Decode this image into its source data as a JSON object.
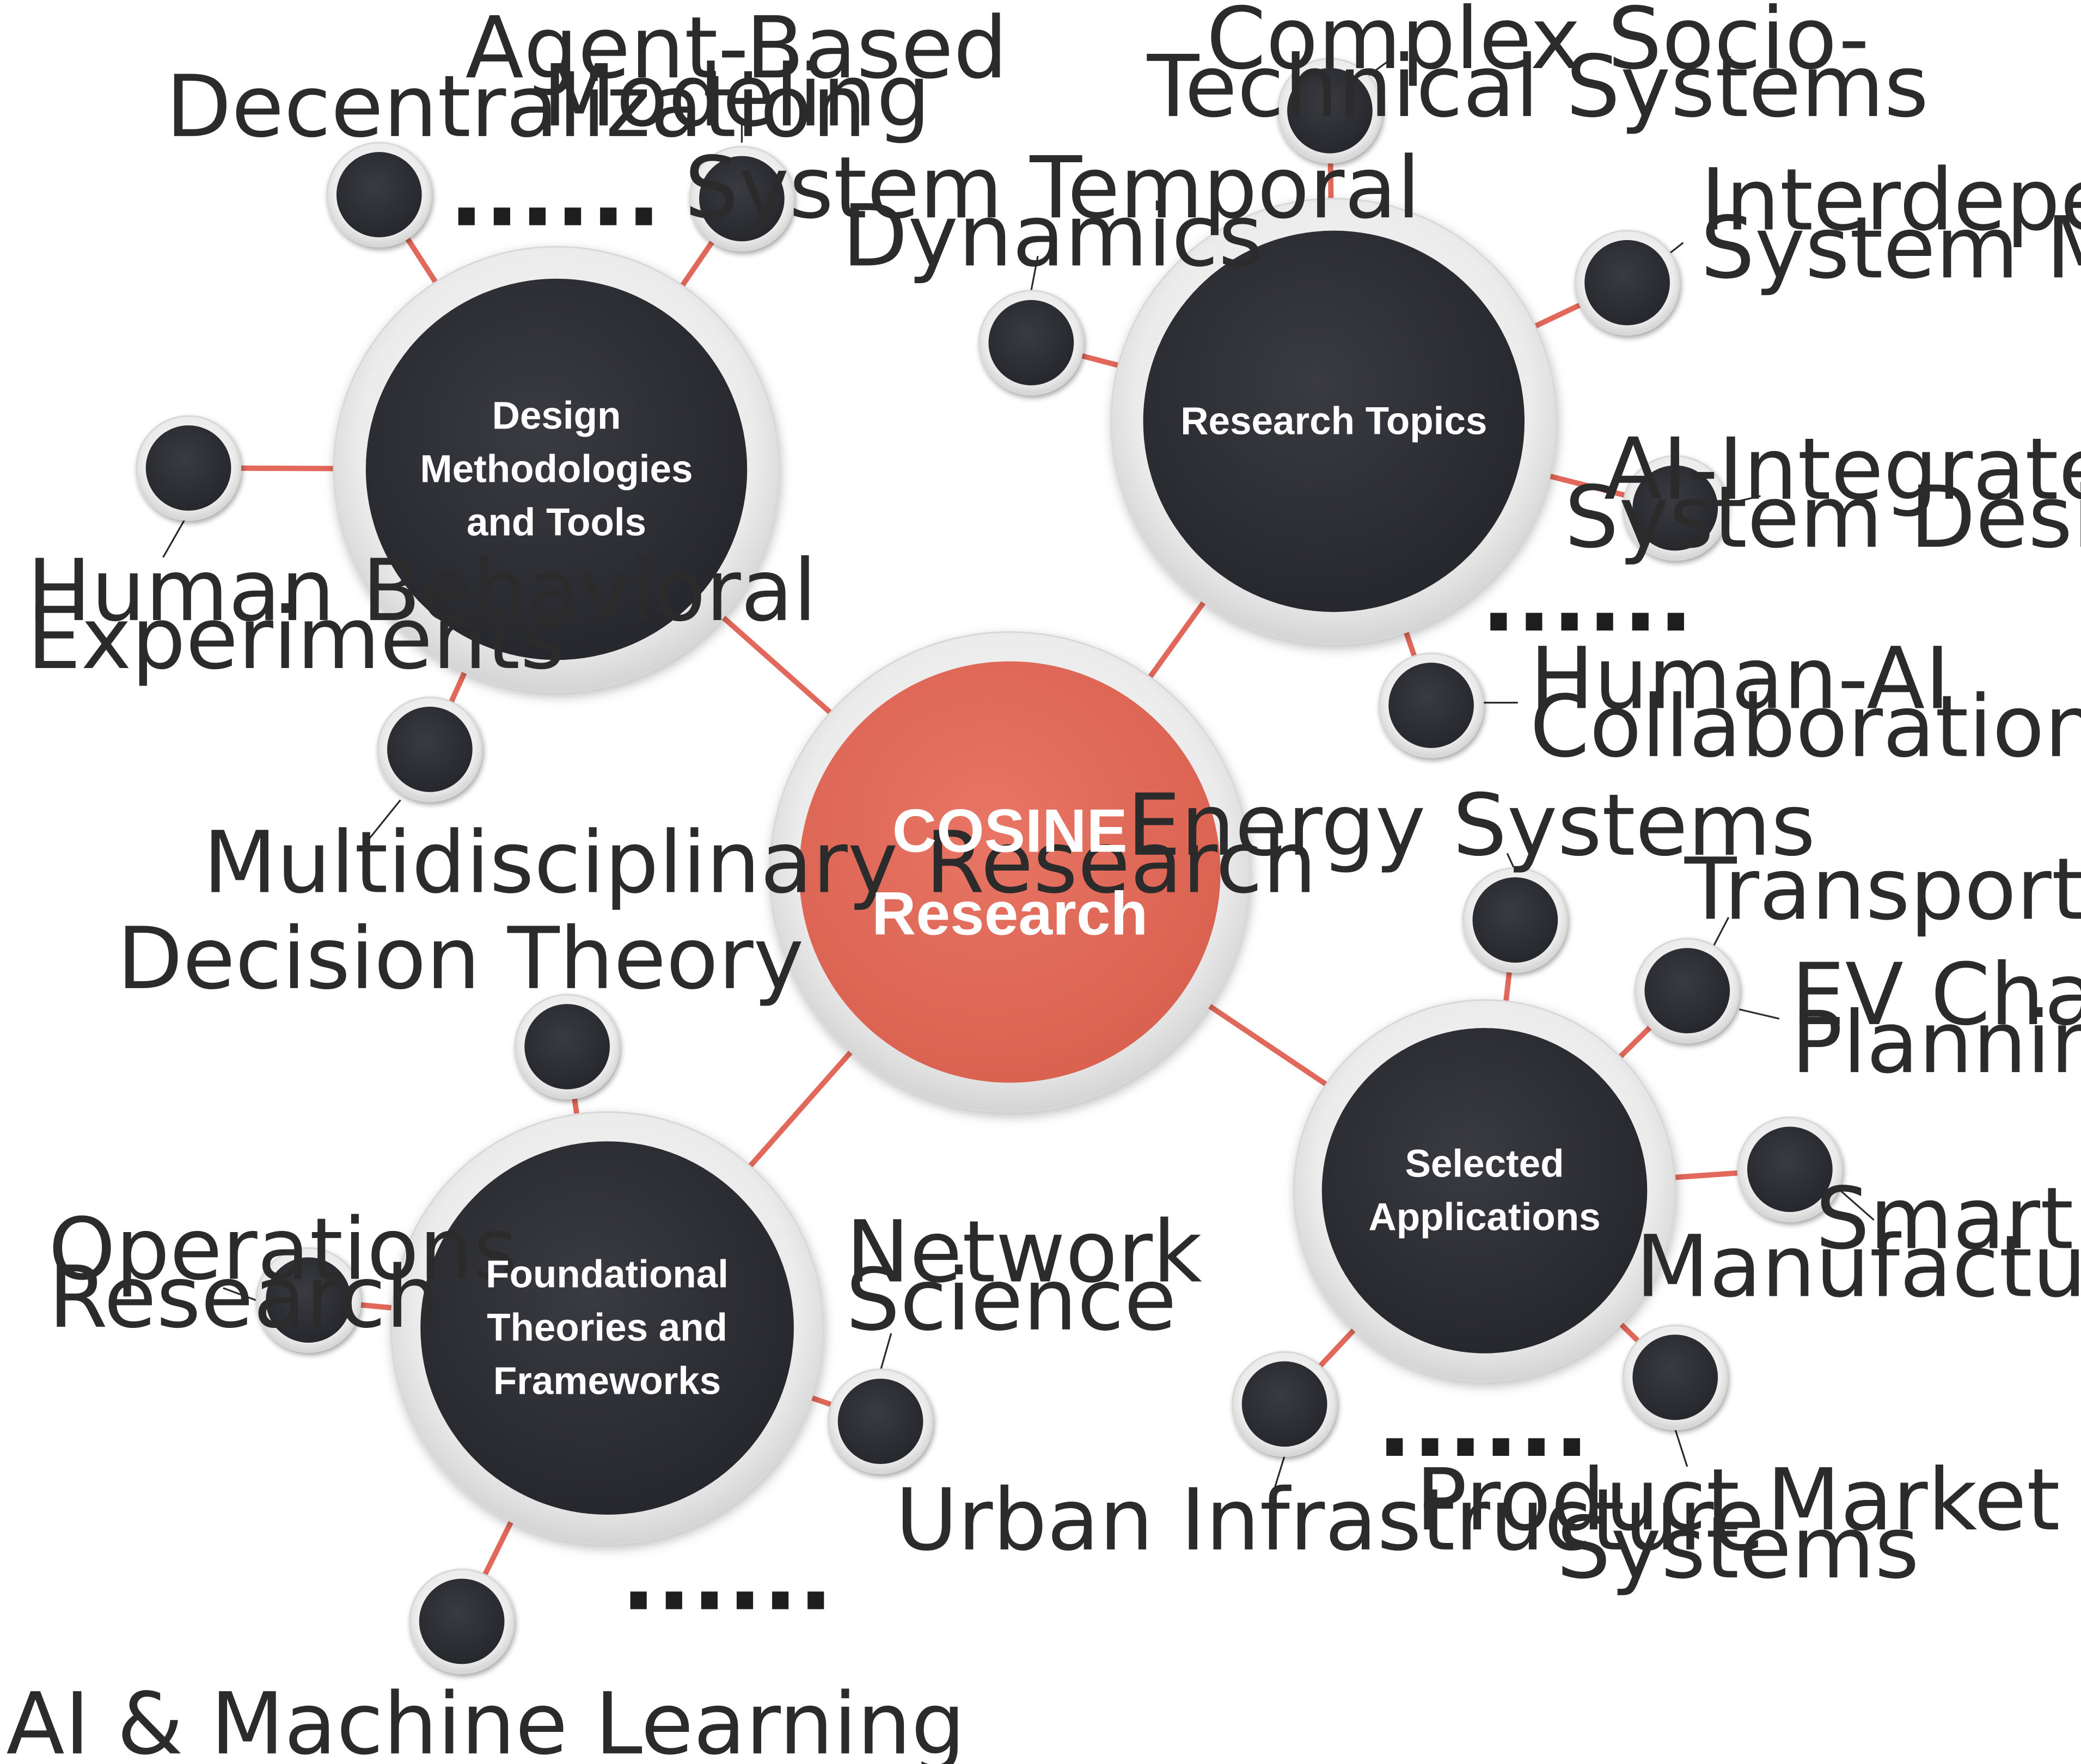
{
  "colors": {
    "accent": "#e1685a",
    "node_dark": "#2d2e33",
    "ring": "#e9e9e9",
    "connector": "#e1685a",
    "text": "#2b2b2b"
  },
  "center": {
    "lines": [
      "COSINE",
      "Research"
    ]
  },
  "hubs": [
    {
      "id": "design",
      "lines": [
        "Design",
        "Methodologies",
        "and Tools"
      ],
      "leaves": [
        {
          "id": "decentralization",
          "lines": [
            "Decentralization"
          ]
        },
        {
          "id": "agent-based-modeling",
          "lines": [
            "Agent-Based",
            "Modeling"
          ]
        },
        {
          "id": "human-behavioral-experiments",
          "lines": [
            "Human Behavioral",
            "Experiments"
          ]
        },
        {
          "id": "multidisciplinary-research",
          "lines": [
            "Multidisciplinary Research"
          ]
        }
      ],
      "more": "......"
    },
    {
      "id": "research-topics",
      "lines": [
        "Research Topics"
      ],
      "leaves": [
        {
          "id": "complex-socio-technical",
          "lines": [
            "Complex Socio-",
            "Technical Systems"
          ]
        },
        {
          "id": "system-temporal-dynamics",
          "lines": [
            "System Temporal",
            "Dynamics"
          ]
        },
        {
          "id": "interdependent-system-modeling",
          "lines": [
            "Interdependent",
            "System Modeling"
          ]
        },
        {
          "id": "ai-integrated-system-design",
          "lines": [
            "AI-Integrated",
            "System Design"
          ]
        },
        {
          "id": "human-ai-collaboration",
          "lines": [
            "Human-AI",
            "Collaboration"
          ]
        }
      ],
      "more": "......"
    },
    {
      "id": "foundational",
      "lines": [
        "Foundational",
        "Theories and",
        "Frameworks"
      ],
      "leaves": [
        {
          "id": "decision-theory",
          "lines": [
            "Decision Theory"
          ]
        },
        {
          "id": "operations-research",
          "lines": [
            "Operations",
            "Research"
          ]
        },
        {
          "id": "network-science",
          "lines": [
            "Network",
            "Science"
          ]
        },
        {
          "id": "ai-machine-learning",
          "lines": [
            "AI & Machine Learning"
          ]
        }
      ],
      "more": "......"
    },
    {
      "id": "applications",
      "lines": [
        "Selected",
        "Applications"
      ],
      "leaves": [
        {
          "id": "energy-systems",
          "lines": [
            "Energy Systems"
          ]
        },
        {
          "id": "transportation-ev",
          "lines": [
            "Transportation System"
          ],
          "extra_lines": [
            "EV Charging",
            "Planning"
          ]
        },
        {
          "id": "smart-manufacturing",
          "lines": [
            "Smart",
            "Manufacturing"
          ]
        },
        {
          "id": "urban-infrastructure",
          "lines": [
            "Urban Infrastructure"
          ]
        },
        {
          "id": "product-market-systems",
          "lines": [
            "Product Market",
            "Systems"
          ]
        }
      ],
      "more": "......"
    }
  ]
}
